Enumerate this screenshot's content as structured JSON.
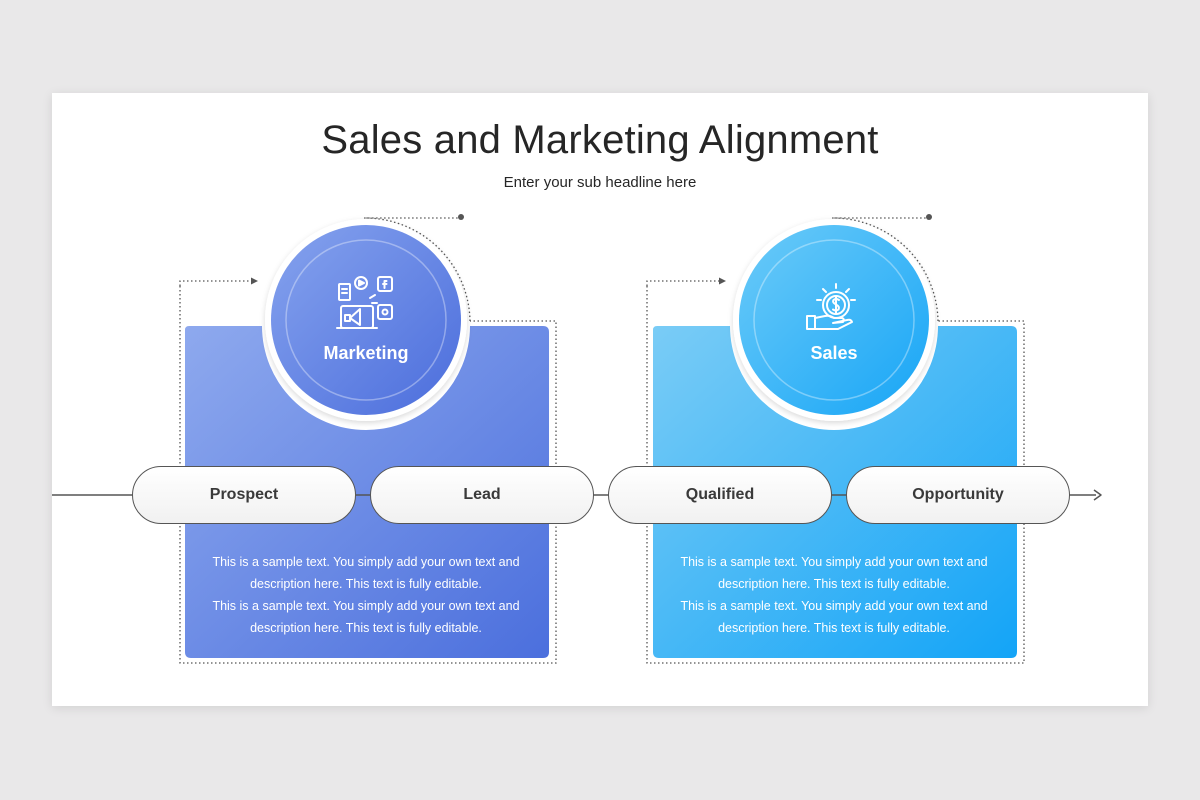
{
  "title": "Sales and Marketing Alignment",
  "subtitle": "Enter your sub headline here",
  "columns": [
    {
      "label": "Marketing",
      "icon": "marketing-megaphone-icon",
      "gradient": [
        "#8aa8ef",
        "#4d72df"
      ],
      "circle_gradient": [
        "#7c9bee",
        "#4b6fdd"
      ],
      "paragraphs": [
        "This is a sample text. You simply add your own text and description here. This text is fully editable.",
        "This is a sample text. You simply add your own text and description here. This text is fully editable."
      ]
    },
    {
      "label": "Sales",
      "icon": "sales-dollar-hand-icon",
      "gradient": [
        "#76c8f6",
        "#16a6f7"
      ],
      "circle_gradient": [
        "#5cc2f8",
        "#1aa7f6"
      ],
      "paragraphs": [
        "This is a sample text. You simply add your own text and description here. This text is fully editable.",
        "This is a sample text. You simply add your own text and description here. This text is fully editable."
      ]
    }
  ],
  "stages": [
    "Prospect",
    "Lead",
    "Qualified",
    "Opportunity"
  ]
}
